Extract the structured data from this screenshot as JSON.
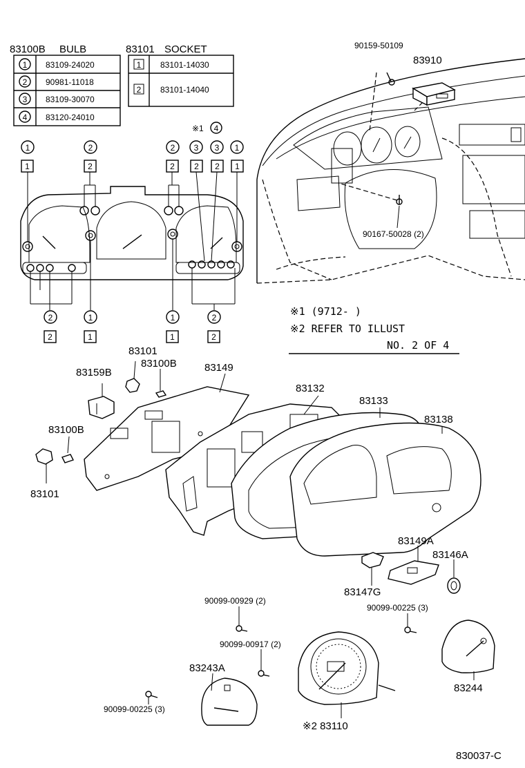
{
  "bulb_table": {
    "header_code": "83100B",
    "header_label": "BULB",
    "rows": [
      {
        "mark": "1",
        "part": "83109-24020"
      },
      {
        "mark": "2",
        "part": "90981-11018"
      },
      {
        "mark": "3",
        "part": "83109-30070"
      },
      {
        "mark": "4",
        "part": "83120-24010"
      }
    ]
  },
  "socket_table": {
    "header_code": "83101",
    "header_label": "SOCKET",
    "rows": [
      {
        "mark": "1",
        "part": "83101-14030"
      },
      {
        "mark": "2",
        "part": "83101-14040"
      }
    ]
  },
  "top_markers": {
    "note_ref": "※1",
    "note_circle": "4",
    "circles": [
      "1",
      "2",
      "2",
      "3",
      "3",
      "1"
    ],
    "boxes": [
      "1",
      "2",
      "2",
      "2",
      "2",
      "1"
    ]
  },
  "bottom_markers": {
    "circles": [
      "2",
      "1",
      "1",
      "2"
    ],
    "boxes": [
      "2",
      "1",
      "1",
      "2"
    ]
  },
  "notes": {
    "line1": "※1 (9712-      )",
    "line2": "※2  REFER  TO  ILLUST",
    "line3": "NO. 2  OF  4"
  },
  "parts": {
    "p90159": "90159-50109",
    "p83910": "83910",
    "p90167": "90167-50028 (2)",
    "p83101a": "83101",
    "p83100Ba": "83100B",
    "p83159B": "83159B",
    "p83149": "83149",
    "p83132": "83132",
    "p83133": "83133",
    "p83138": "83138",
    "p83100Bb": "83100B",
    "p83101b": "83101",
    "p83149A": "83149A",
    "p83146A": "83146A",
    "p83147G": "83147G",
    "p90099_929": "90099-00929 (2)",
    "p90099_225a": "90099-00225 (3)",
    "p90099_917": "90099-00917 (2)",
    "p83243A": "83243A",
    "p83244": "83244",
    "p90099_225b": "90099-00225 (3)",
    "p83110": "※2 83110"
  },
  "figure_code": "830037-C"
}
